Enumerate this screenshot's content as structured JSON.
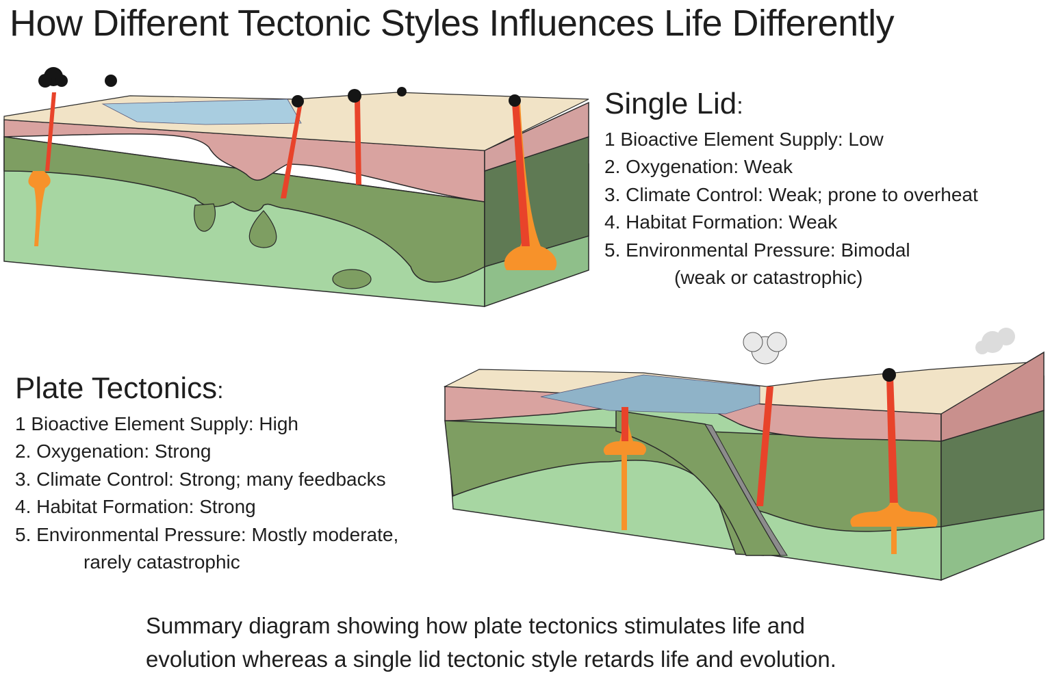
{
  "title": "How Different Tectonic Styles Influences Life Differently",
  "single_lid": {
    "heading": "Single Lid",
    "colon": ":",
    "items": [
      "1  Bioactive Element Supply: Low",
      "2. Oxygenation: Weak",
      "3. Climate Control: Weak; prone to overheat",
      "4. Habitat Formation:  Weak",
      "5. Environmental Pressure: Bimodal",
      "(weak or catastrophic)"
    ]
  },
  "plate_tectonics": {
    "heading": "Plate Tectonics",
    "colon": ":",
    "items": [
      "1  Bioactive Element Supply: High",
      "2. Oxygenation: Strong",
      "3. Climate Control: Strong; many feedbacks",
      "4. Habitat Formation:  Strong",
      "5. Environmental Pressure:  Mostly moderate,",
      "rarely catastrophic"
    ]
  },
  "caption": {
    "line1": "Summary diagram showing how plate tectonics stimulates life and",
    "line2": "evolution whereas a single lid tectonic style retards life and evolution."
  },
  "colors": {
    "crust_pink": "#d9a3a0",
    "lithosphere_green": "#7e9e62",
    "mantle_light_green": "#a7d6a2",
    "magma_red": "#e8432a",
    "magma_orange": "#f7922a",
    "ocean_blue": "#a9cde0",
    "land_tan": "#f1e3c6",
    "ash_black": "#151515"
  }
}
